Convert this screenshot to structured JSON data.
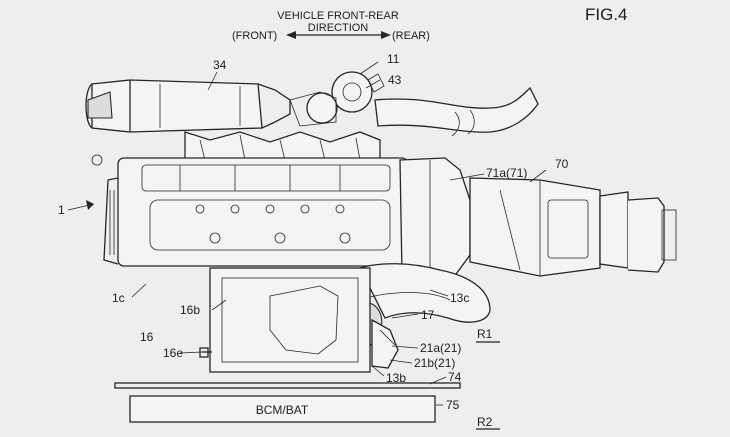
{
  "figure_label": "FIG.4",
  "direction": {
    "title_line1": "VEHICLE FRONT-REAR",
    "title_line2": "DIRECTION",
    "front": "(FRONT)",
    "rear": "(REAR)"
  },
  "labels": {
    "l34": "34",
    "l11": "11",
    "l43": "43",
    "l70": "70",
    "l71a": "71a(71)",
    "l1": "1",
    "l1c": "1c",
    "l16b": "16b",
    "l16": "16",
    "l16e": "16e",
    "l13c": "13c",
    "l17": "17",
    "l21a": "21a(21)",
    "l21b": "21b(21)",
    "l13b": "13b",
    "l74": "74",
    "l75": "75",
    "r1": "R1",
    "r2": "R2"
  },
  "bcm_box_label": "BCM/BAT"
}
